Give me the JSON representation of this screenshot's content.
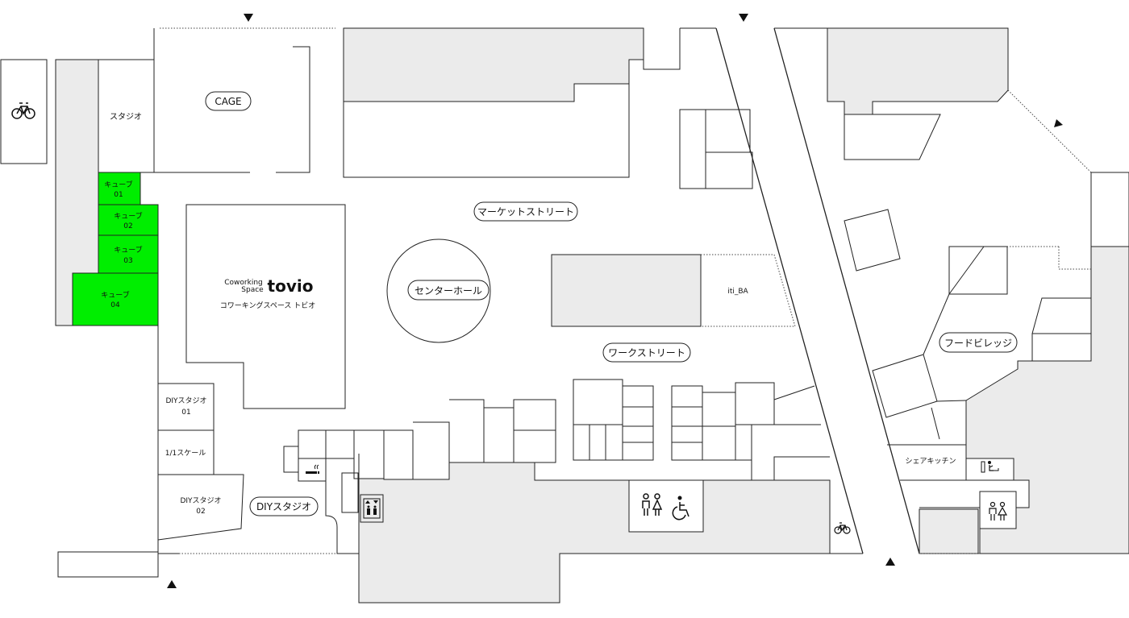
{
  "colors": {
    "background": "#ffffff",
    "shaded_area": "#ebebeb",
    "cube_highlight": "#00ee00",
    "line": "#222222"
  },
  "rooms": {
    "studio": "スタジオ",
    "cage": "CAGE",
    "cube_01": [
      "キューブ",
      "01"
    ],
    "cube_02": [
      "キューブ",
      "02"
    ],
    "cube_03": [
      "キューブ",
      "03"
    ],
    "cube_04": [
      "キューブ",
      "04"
    ],
    "diy_studio_01": [
      "DIYスタジオ",
      "01"
    ],
    "scale_1_1": "1/1スケール",
    "diy_studio_02": [
      "DIYスタジオ",
      "02"
    ],
    "tovio_coworking": [
      "Coworking",
      "Space"
    ],
    "tovio_logo": "tovio",
    "tovio_kana": "コワーキングスペース トビオ",
    "iti_ba": "iti_BA",
    "share_kitchen": "シェアキッチン"
  },
  "area_labels": {
    "market_street": "マーケットストリート",
    "center_hall": "センターホール",
    "work_street": "ワークストリート",
    "food_village": "フードビレッジ",
    "diy_studio": "DIYスタジオ"
  },
  "icons": [
    "bicycle-parking-icon",
    "smoking-area-icon",
    "elevator-icon",
    "restroom-icon",
    "accessible-restroom-icon",
    "nursing-room-icon",
    "entrance-arrow-icon"
  ]
}
